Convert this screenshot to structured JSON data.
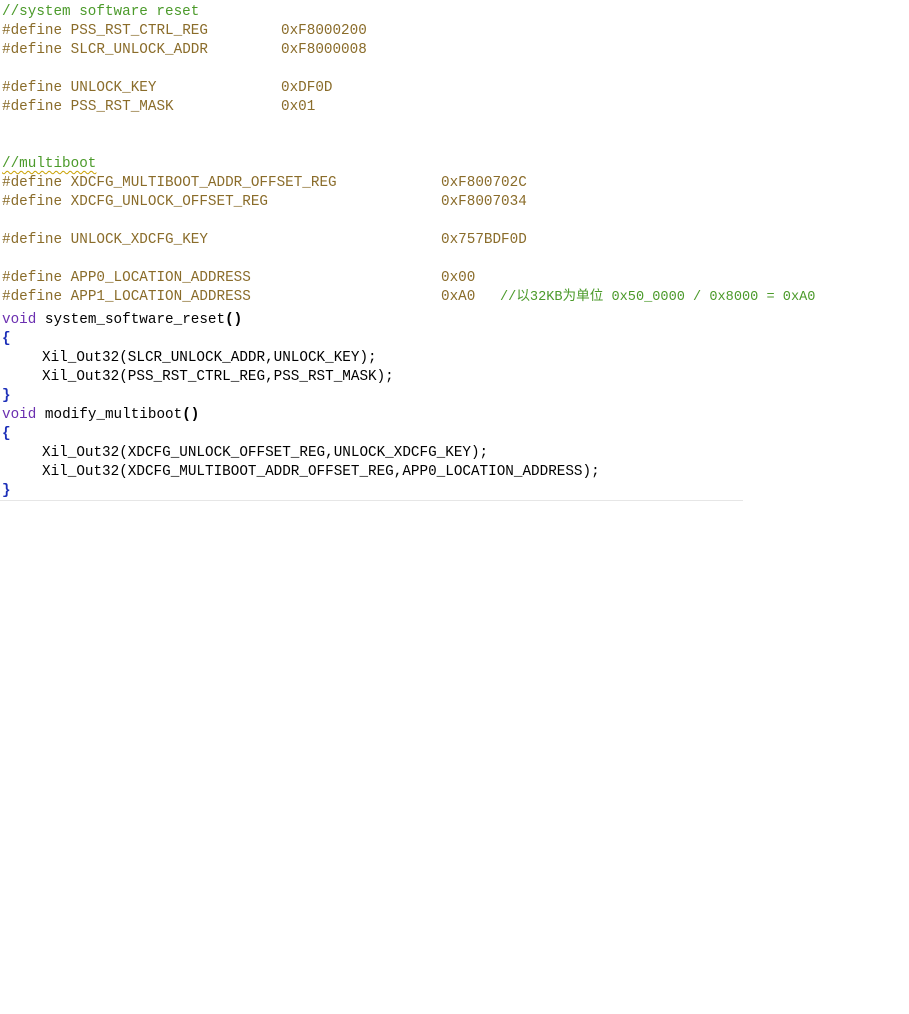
{
  "code": {
    "comment_reset": "//system software reset",
    "def1": {
      "kw": "#define",
      "name": "PSS_RST_CTRL_REG",
      "value": "0xF8000200"
    },
    "def2": {
      "kw": "#define",
      "name": "SLCR_UNLOCK_ADDR",
      "value": "0xF8000008"
    },
    "def3": {
      "kw": "#define",
      "name": "UNLOCK_KEY",
      "value": "0xDF0D"
    },
    "def4": {
      "kw": "#define",
      "name": "PSS_RST_MASK",
      "value": "0x01"
    },
    "comment_multiboot": "//multiboot",
    "def5": {
      "kw": "#define",
      "name": "XDCFG_MULTIBOOT_ADDR_OFFSET_REG",
      "value": "0xF800702C"
    },
    "def6": {
      "kw": "#define",
      "name": "XDCFG_UNLOCK_OFFSET_REG",
      "value": "0xF8007034"
    },
    "def7": {
      "kw": "#define",
      "name": "UNLOCK_XDCFG_KEY",
      "value": "0x757BDF0D"
    },
    "def8": {
      "kw": "#define",
      "name": "APP0_LOCATION_ADDRESS",
      "value": "0x00"
    },
    "def9": {
      "kw": "#define",
      "name": "APP1_LOCATION_ADDRESS",
      "value": "0xA0",
      "comment": "//以32KB为单位 0x50_0000 / 0x8000 = 0xA0"
    },
    "fn1": {
      "kw": "void",
      "name": "system_software_reset",
      "parens": "()"
    },
    "brace_open": "{",
    "brace_close": "}",
    "fn1_stmt1": "Xil_Out32(SLCR_UNLOCK_ADDR,UNLOCK_KEY);",
    "fn1_stmt2": "Xil_Out32(PSS_RST_CTRL_REG,PSS_RST_MASK);",
    "fn2": {
      "kw": "void",
      "name": "modify_multiboot",
      "parens": "()"
    },
    "fn2_stmt1": "Xil_Out32(XDCFG_UNLOCK_OFFSET_REG,UNLOCK_XDCFG_KEY);",
    "fn2_stmt2": "Xil_Out32(XDCFG_MULTIBOOT_ADDR_OFFSET_REG,APP0_LOCATION_ADDRESS);"
  },
  "colors": {
    "comment": "#4b9a2a",
    "preprocessor": "#8a6c2a",
    "keyword": "#6b2fb0",
    "brace": "#1c2fb8"
  }
}
